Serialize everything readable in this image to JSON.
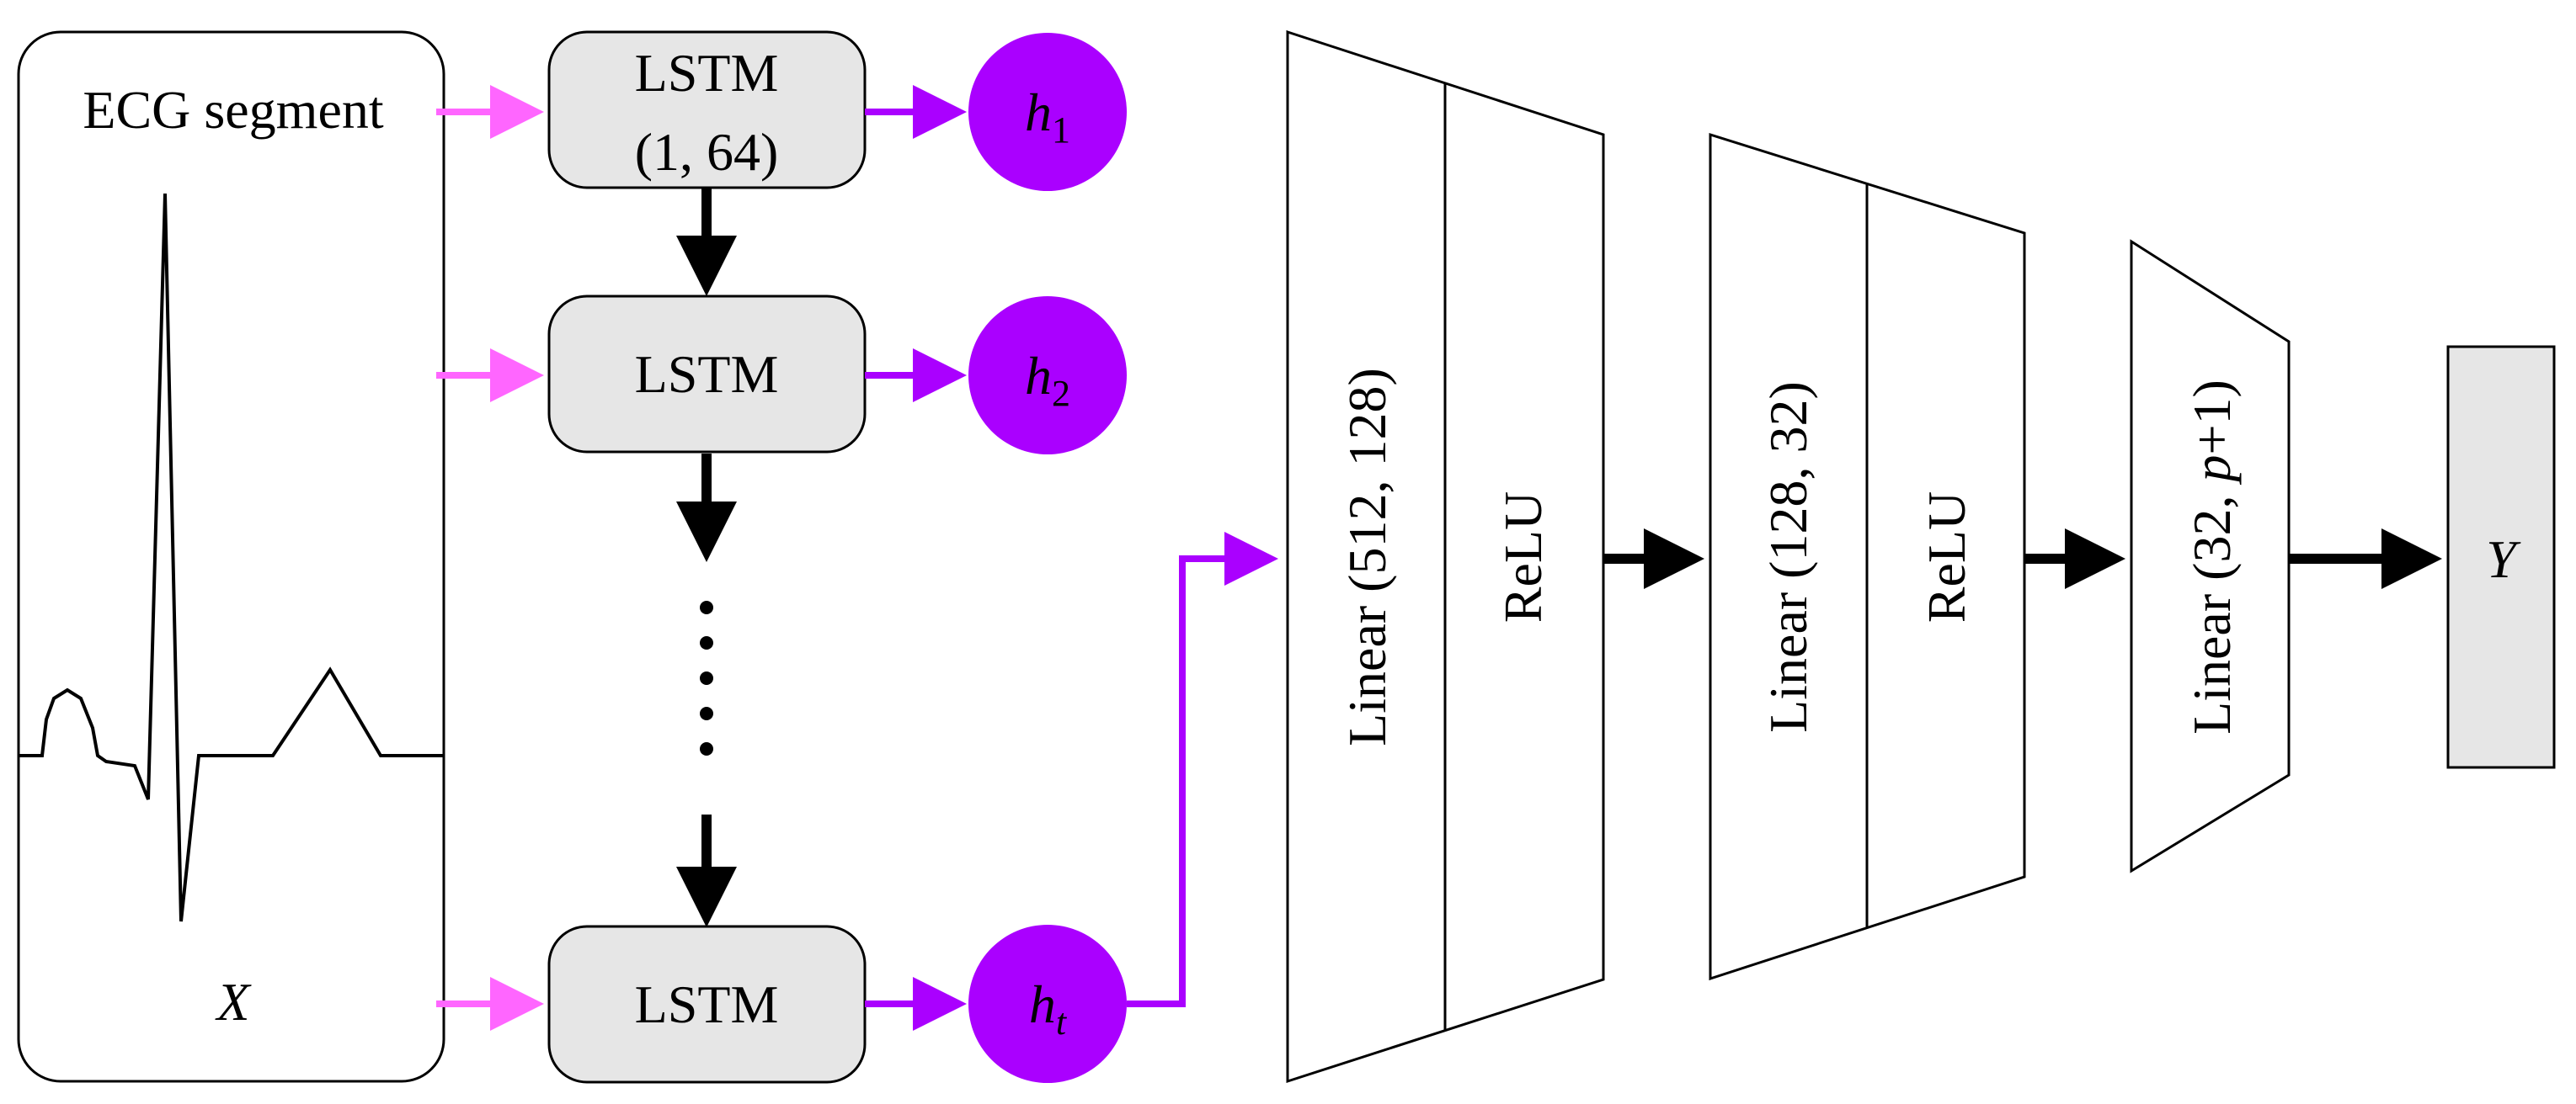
{
  "input_panel": {
    "title": "ECG segment",
    "variable": "X"
  },
  "lstm": {
    "cell_label": "LSTM",
    "first_cell_params": "(1, 64)",
    "hidden_states": [
      {
        "base": "h",
        "subscript": "1"
      },
      {
        "base": "h",
        "subscript": "2"
      },
      {
        "base": "h",
        "subscript": "t"
      }
    ]
  },
  "fc_blocks": [
    {
      "linear_label": "Linear (512, 128)",
      "activation": "ReLU"
    },
    {
      "linear_label": "Linear (128, 32)",
      "activation": "ReLU"
    },
    {
      "linear_prefix": "Linear (32, ",
      "linear_var": "p",
      "linear_suffix": "+1)"
    }
  ],
  "output": {
    "variable": "Y"
  },
  "colors": {
    "input_arrow": "#ff66ff",
    "hidden_arrow": "#aa00ff",
    "hidden_node": "#aa00ff",
    "lstm_fill": "#e6e6e6",
    "output_fill": "#e6e6e6",
    "flow_arrow": "#000000"
  }
}
